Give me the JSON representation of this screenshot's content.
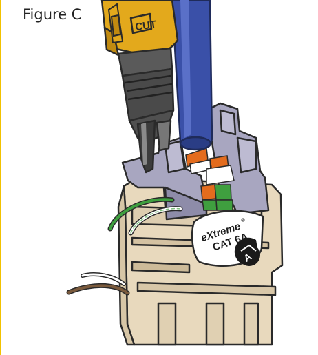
{
  "figure": {
    "label": "Figure C",
    "tool": {
      "cut_label": "CUT"
    },
    "jack": {
      "brand_line1": "eXtreme",
      "registered_mark": "®",
      "brand_line2": "CAT 6A",
      "badge_letter": "A"
    }
  },
  "colors": {
    "frame_border": "#f2c200",
    "tool_body": "#e3a91c",
    "tool_grip": "#4a4a4a",
    "cable_jacket": "#3a50a8",
    "jack_body": "#e8d9bd",
    "jack_cap": "#a8a6c0",
    "wire_orange": "#e36c1e",
    "wire_green": "#3f9f3f",
    "wire_brown": "#7a5a3c"
  }
}
